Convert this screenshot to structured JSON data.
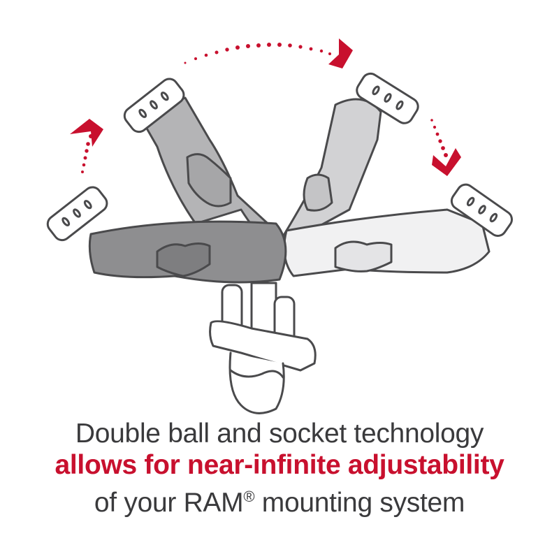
{
  "illustration": {
    "subject": "RAM double ball mount with U-bolt rail base showing arm rotation",
    "arrows": [
      "up-arrow-left",
      "arc-arrow-top",
      "down-arrow-right"
    ],
    "colors": {
      "accent": "#c8102e",
      "outline": "#4a4a4c",
      "arm_dark": "#8e8e90",
      "arm_mid": "#b4b4b6",
      "arm_light": "#d2d2d4",
      "arm_white": "#f1f1f2"
    }
  },
  "caption": {
    "line1": "Double ball and socket technology",
    "line2": "allows for near-infinite adjustability",
    "line3_pre": "of your RAM",
    "line3_reg": "®",
    "line3_post": " mounting system"
  }
}
